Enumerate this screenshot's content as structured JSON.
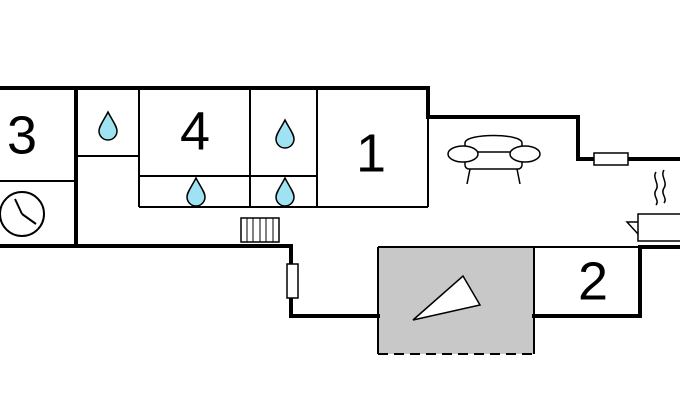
{
  "floorplan": {
    "rooms": [
      {
        "id": "room-3",
        "label": "3"
      },
      {
        "id": "room-4",
        "label": "4"
      },
      {
        "id": "room-1",
        "label": "1"
      },
      {
        "id": "room-2",
        "label": "2"
      }
    ],
    "icons": [
      "water-drop-icon",
      "clock-icon",
      "radiator-icon",
      "sofa-icon",
      "steaming-pot-icon",
      "window-icon",
      "compass-arrow-icon"
    ],
    "colors": {
      "wall": "#000000",
      "water": "#9fe3f2",
      "terrace": "#c8c8c8",
      "background": "#ffffff"
    }
  }
}
